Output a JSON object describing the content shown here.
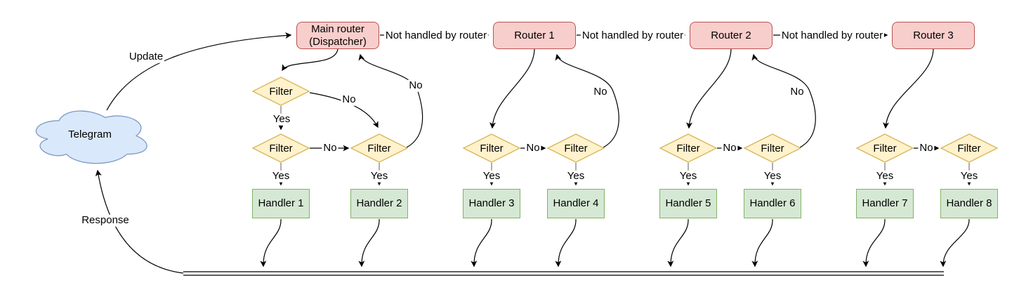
{
  "diagram": {
    "telegram": "Telegram",
    "dispatcher": {
      "line1": "Main router",
      "line2": "(Dispatcher)"
    },
    "routers": [
      "Router 1",
      "Router 2",
      "Router 3"
    ],
    "filter": "Filter",
    "handlers": [
      "Handler 1",
      "Handler 2",
      "Handler 3",
      "Handler 4",
      "Handler 5",
      "Handler 6",
      "Handler 7",
      "Handler 8"
    ],
    "labels": {
      "update": "Update",
      "response": "Response",
      "not_handled": "Not handled by router",
      "yes": "Yes",
      "no": "No"
    },
    "colors": {
      "router_fill": "#f8cecc",
      "router_stroke": "#b85450",
      "filter_fill": "#fff2cc",
      "filter_stroke": "#d6b656",
      "handler_fill": "#d5e8d4",
      "handler_stroke": "#82b366",
      "cloud_fill": "#dae8fc",
      "cloud_stroke": "#7d99c4",
      "edge": "#000000"
    }
  }
}
